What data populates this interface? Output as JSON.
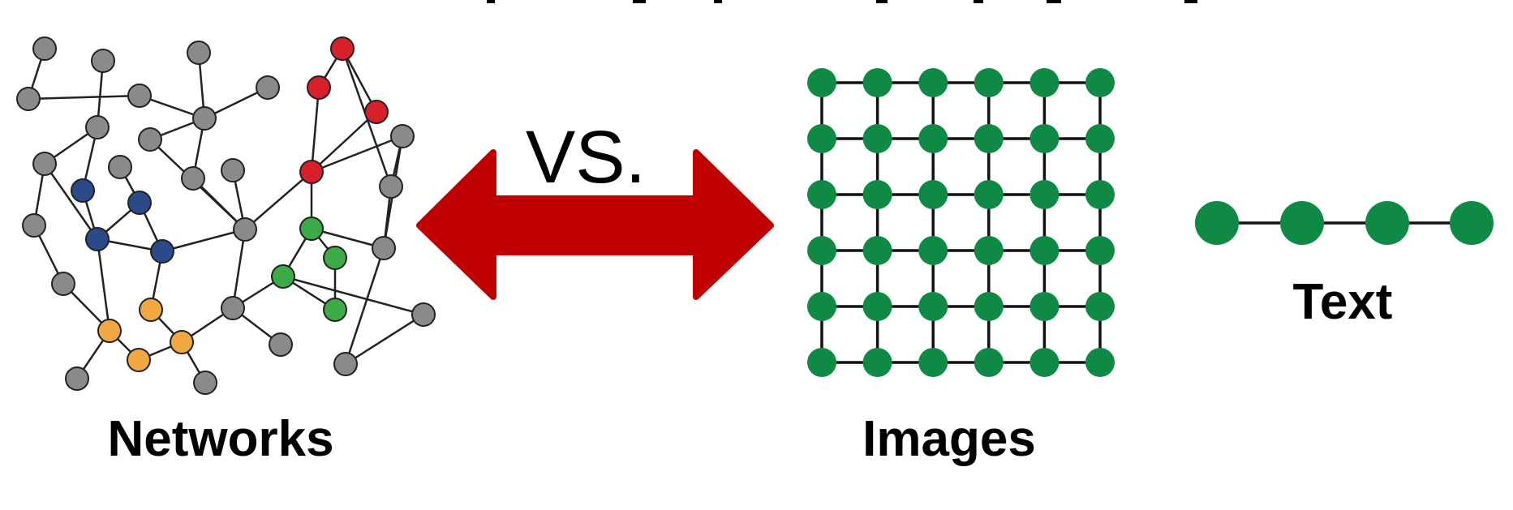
{
  "labels": {
    "networks": "Networks",
    "vs": "VS.",
    "images": "Images",
    "text": "Text"
  },
  "colors": {
    "gray": "#8a8a8a",
    "red": "#d8202a",
    "blue": "#2b4a8a",
    "green_light": "#3bab48",
    "orange": "#f2a840",
    "grid_green": "#0f8a45",
    "arrow_red": "#c00000",
    "edge": "#222222"
  },
  "network_node_groups": [
    "gray",
    "red",
    "blue",
    "green_light",
    "orange"
  ]
}
